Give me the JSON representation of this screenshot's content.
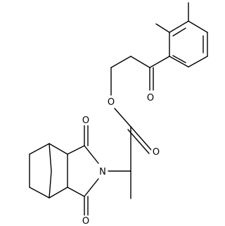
{
  "structure": {
    "atoms": [
      {
        "id": "O_ketone",
        "symbol": "O"
      },
      {
        "id": "O_ester_link",
        "symbol": "O"
      },
      {
        "id": "O_ester_carbonyl",
        "symbol": "O"
      },
      {
        "id": "O_imide_top",
        "symbol": "O"
      },
      {
        "id": "N_imide",
        "symbol": "N"
      },
      {
        "id": "O_imide_bottom",
        "symbol": "O"
      }
    ]
  }
}
